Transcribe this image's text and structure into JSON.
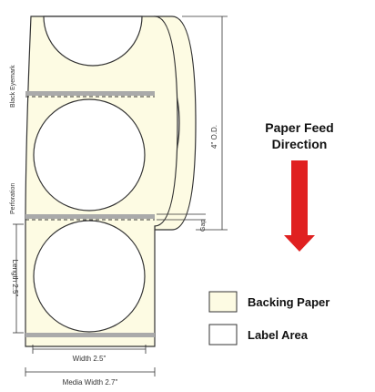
{
  "labels": {
    "black_eyemark": "Black Eyemark",
    "perforation": "Perforation",
    "length": "Length 2.5\"",
    "width": "Width 2.5\"",
    "media_width": "Media Width 2.7\"",
    "outer_diameter": "4\" O.D.",
    "gap": "Gap",
    "feed_line1": "Paper Feed",
    "feed_line2": "Direction"
  },
  "legend": [
    {
      "label": "Backing Paper",
      "color": "#fdfbe3"
    },
    {
      "label": "Label Area",
      "color": "#ffffff"
    }
  ],
  "colors": {
    "backing": "#fdfbe3",
    "eyemark": "#aaaaaa",
    "arrow": "#e02020",
    "outline": "#333333"
  }
}
